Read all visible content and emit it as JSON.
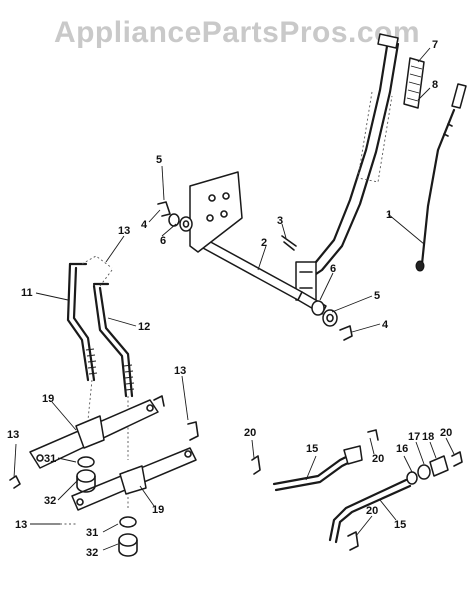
{
  "watermark": "AppliancePartsPros.com",
  "callouts": {
    "p1": "1",
    "p2": "2",
    "p3": "3",
    "p4a": "4",
    "p4b": "4",
    "p5a": "5",
    "p5b": "5",
    "p6a": "6",
    "p6b": "6",
    "p7": "7",
    "p8": "8",
    "p11": "11",
    "p12": "12",
    "p13a": "13",
    "p13b": "13",
    "p13c": "13",
    "p13d": "13",
    "p15a": "15",
    "p15b": "15",
    "p16": "16",
    "p17": "17",
    "p18": "18",
    "p19a": "19",
    "p19b": "19",
    "p20a": "20",
    "p20b": "20",
    "p20c": "20",
    "p20d": "20",
    "p31a": "31",
    "p31b": "31",
    "p32a": "32",
    "p32b": "32"
  }
}
